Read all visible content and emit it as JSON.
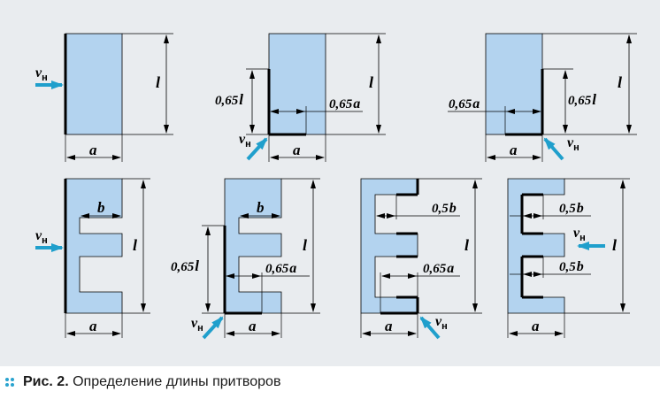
{
  "labels": {
    "velocity_symbol": "v",
    "velocity_subscript": "н",
    "width": "a",
    "height": "l",
    "notch": "b",
    "coef_065l": "0,65",
    "coef_065a": "0,65",
    "coef_05b": "0,5"
  },
  "colors": {
    "fill": "#b3d3ef",
    "arrow": "#1f9fcc",
    "panel": "#e9ecef",
    "bullet": "#2aa3cf"
  },
  "caption": {
    "label": "Рис. 2.",
    "text": "Определение длины притворов"
  }
}
